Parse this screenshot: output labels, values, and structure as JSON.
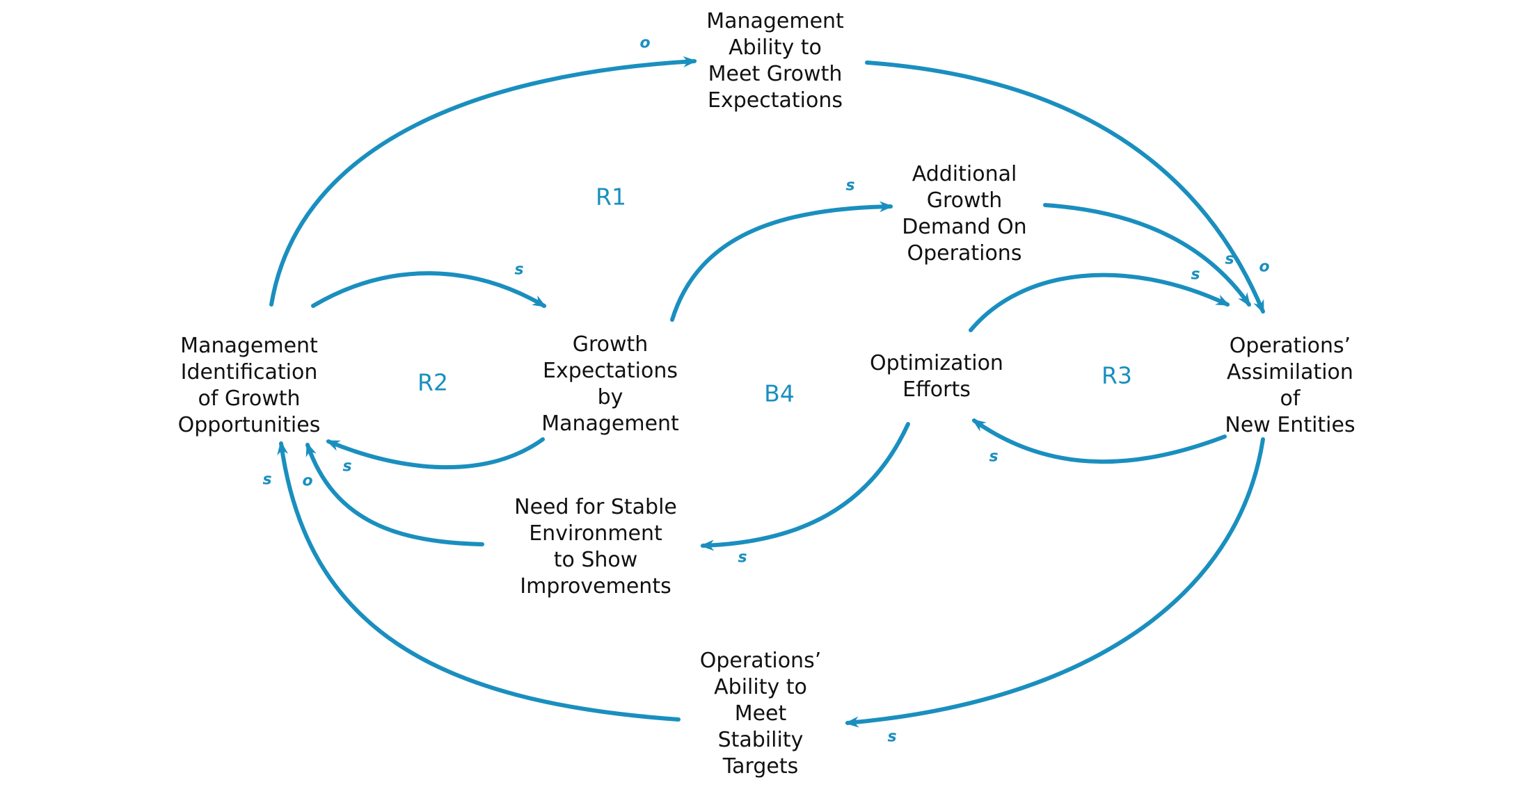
{
  "colors": {
    "arrow": "#1a8fbf",
    "text": "#111111"
  },
  "nodes": {
    "mgmt_ability": "Management\nAbility to\nMeet Growth\nExpectations",
    "additional_demand": "Additional\nGrowth\nDemand On\nOperations",
    "mgmt_identification": "Management\nIdentification\nof Growth\nOpportunities",
    "growth_expectations": "Growth\nExpectations\nby\nManagement",
    "optimization": "Optimization\nEfforts",
    "ops_assimilation": "Operations’\nAssimilation\nof\nNew Entities",
    "stable_env": "Need for Stable\nEnvironment\nto Show\nImprovements",
    "ops_stability": "Operations’\nAbility to\nMeet\nStability\nTargets"
  },
  "loops": {
    "r1": "R1",
    "r2": "R2",
    "r3": "R3",
    "b4": "B4"
  },
  "polarities": {
    "to_mgmt_ability": "o",
    "to_additional_demand": "s",
    "to_growth_expectations": "s",
    "assim_from_demand": "s",
    "assim_from_mgmt_ability": "o",
    "assim_from_optimization": "s",
    "to_optimization": "s",
    "to_identification_from_growth": "s",
    "to_identification_from_stable": "o",
    "to_identification_from_stability": "s",
    "to_stable_env": "s",
    "to_ops_stability": "s"
  }
}
